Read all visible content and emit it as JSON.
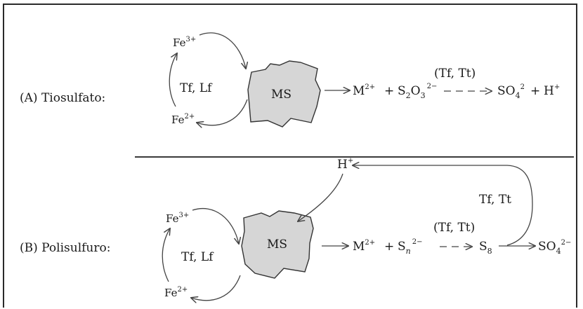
{
  "panel_a": {
    "title": "(A) Tiosulfato:",
    "fe3": "Fe",
    "fe3_charge": "3+",
    "fe2": "Fe",
    "fe2_charge": "2+",
    "cycle_label": "Tf, Lf",
    "mineral": "MS",
    "reaction": {
      "metal": "M",
      "metal_charge": "2+",
      "plus1": "+",
      "sulfur": "S",
      "s_sub": "2",
      "oxygen": "O",
      "o_sub": "3",
      "charge": "2−",
      "catalyst": "(Tf, Tt)",
      "product": "SO",
      "product_sub": "4",
      "product_charge": "2",
      "plus2": "+",
      "proton": "H",
      "proton_charge": "+"
    }
  },
  "panel_b": {
    "title": "(B) Polisulfuro:",
    "fe3": "Fe",
    "fe3_charge": "3+",
    "fe2": "Fe",
    "fe2_charge": "2+",
    "cycle_label": "Tf, Lf",
    "mineral": "MS",
    "proton": "H",
    "proton_charge": "+",
    "loop_label": "Tf, Tt",
    "reaction": {
      "metal": "M",
      "metal_charge": "2+",
      "plus1": "+",
      "sulfur": "S",
      "s_sub": "n",
      "charge": "2−",
      "catalyst": "(Tf, Tt)",
      "s8": "S",
      "s8_sub": "8",
      "product": "SO",
      "product_sub": "4",
      "product_charge": "2−"
    }
  }
}
